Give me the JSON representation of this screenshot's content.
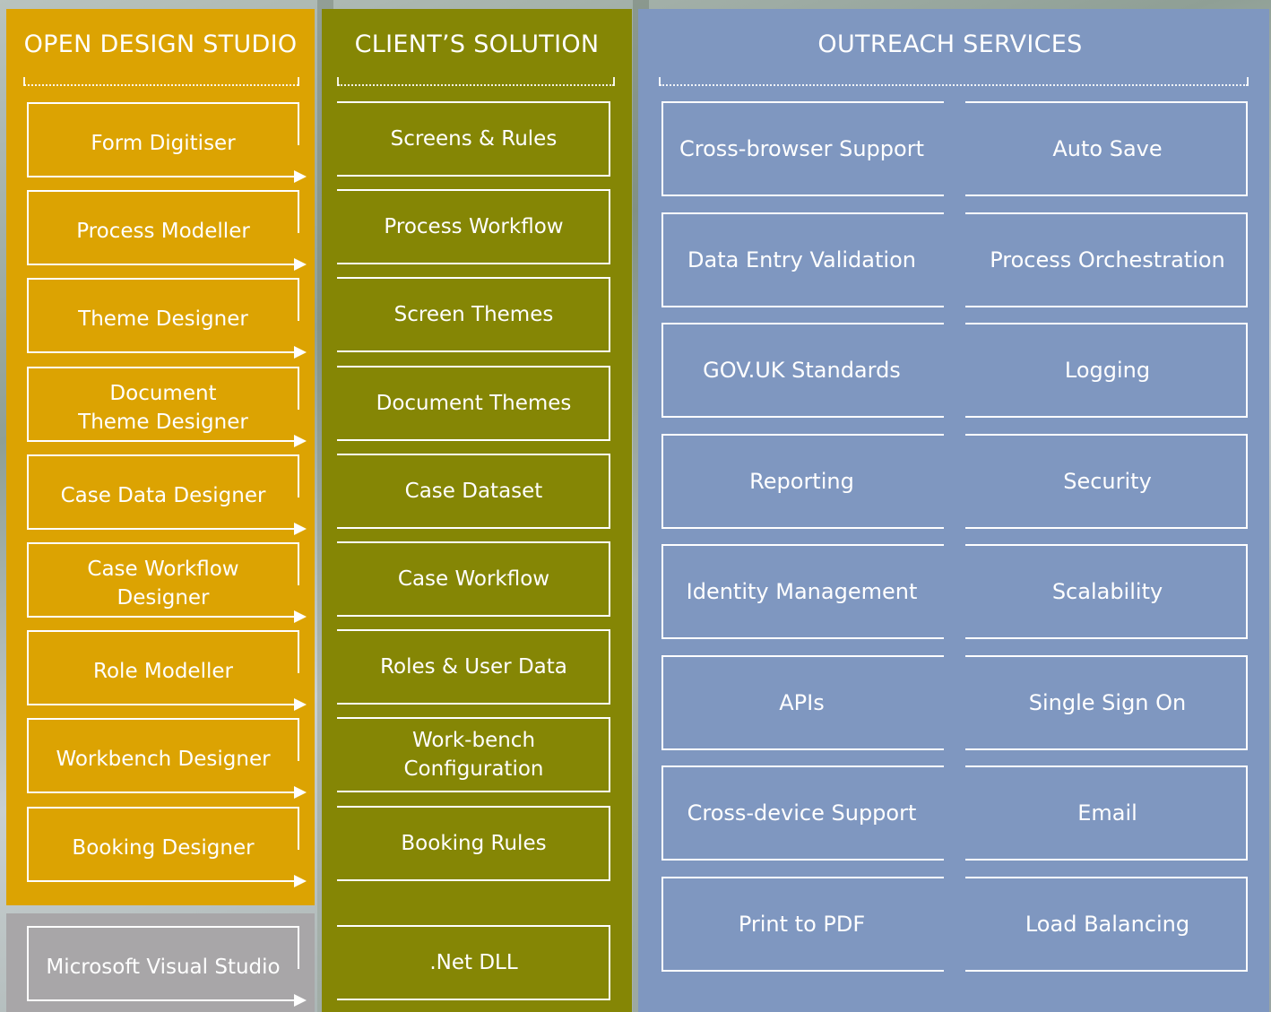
{
  "columns": {
    "studio": {
      "title": "OPEN DESIGN STUDIO",
      "items": [
        "Form Digitiser",
        "Process Modeller",
        "Theme Designer",
        "Document\nTheme Designer",
        "Case Data Designer",
        "Case Workflow\nDesigner",
        "Role Modeller",
        "Workbench Designer",
        "Booking Designer"
      ],
      "footer_item": "Microsoft Visual Studio"
    },
    "client": {
      "title": "CLIENT’S SOLUTION",
      "items": [
        "Screens & Rules",
        "Process Workflow",
        "Screen Themes",
        "Document Themes",
        "Case Dataset",
        "Case Workflow",
        "Roles & User Data",
        "Work-bench\nConfiguration",
        "Booking Rules"
      ],
      "footer_item": ".Net DLL"
    },
    "outreach": {
      "title": "OUTREACH SERVICES",
      "left_items": [
        "Cross-browser Support",
        "Data Entry Validation",
        "GOV.UK Standards",
        "Reporting",
        "Identity Management",
        "APIs",
        "Cross-device Support",
        "Print to PDF"
      ],
      "right_items": [
        "Auto Save",
        "Process Orchestration",
        "Logging",
        "Security",
        "Scalability",
        "Single Sign On",
        "Email",
        "Load Balancing"
      ]
    }
  },
  "colors": {
    "studio": "#dca302",
    "client": "#858605",
    "outreach": "#7f97c0",
    "visual_studio": "#a8a6a8"
  }
}
